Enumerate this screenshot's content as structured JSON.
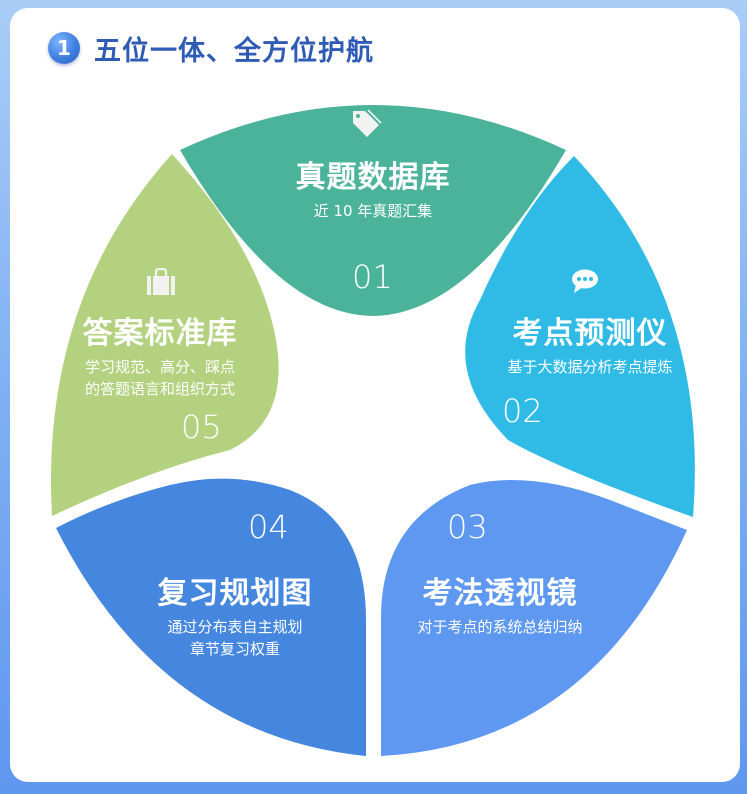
{
  "header": {
    "badge_number": "1",
    "title": "五位一体、全方位护航"
  },
  "segments": [
    {
      "number": "01",
      "title": "真题数据库",
      "desc": [
        "近 10 年真题汇集"
      ],
      "icon": "tag-icon",
      "color": "#4bb39a"
    },
    {
      "number": "02",
      "title": "考点预测仪",
      "desc": [
        "基于大数据分析考点提炼"
      ],
      "icon": "chat-bubble-icon",
      "color": "#2fbbe6"
    },
    {
      "number": "03",
      "title": "考法透视镜",
      "desc": [
        "对于考点的系统总结归纳"
      ],
      "icon": "",
      "color": "#5e98f0"
    },
    {
      "number": "04",
      "title": "复习规划图",
      "desc": [
        "通过分布表自主规划",
        "章节复习权重"
      ],
      "icon": "",
      "color": "#4586df"
    },
    {
      "number": "05",
      "title": "答案标准库",
      "desc": [
        "学习规范、高分、踩点",
        "的答题语言和组织方式"
      ],
      "icon": "briefcase-icon",
      "color": "#b3d17f"
    }
  ],
  "colors": {
    "background_top": "#a9cdf7",
    "background_bottom": "#5f97ef",
    "title": "#2f5bb5"
  }
}
